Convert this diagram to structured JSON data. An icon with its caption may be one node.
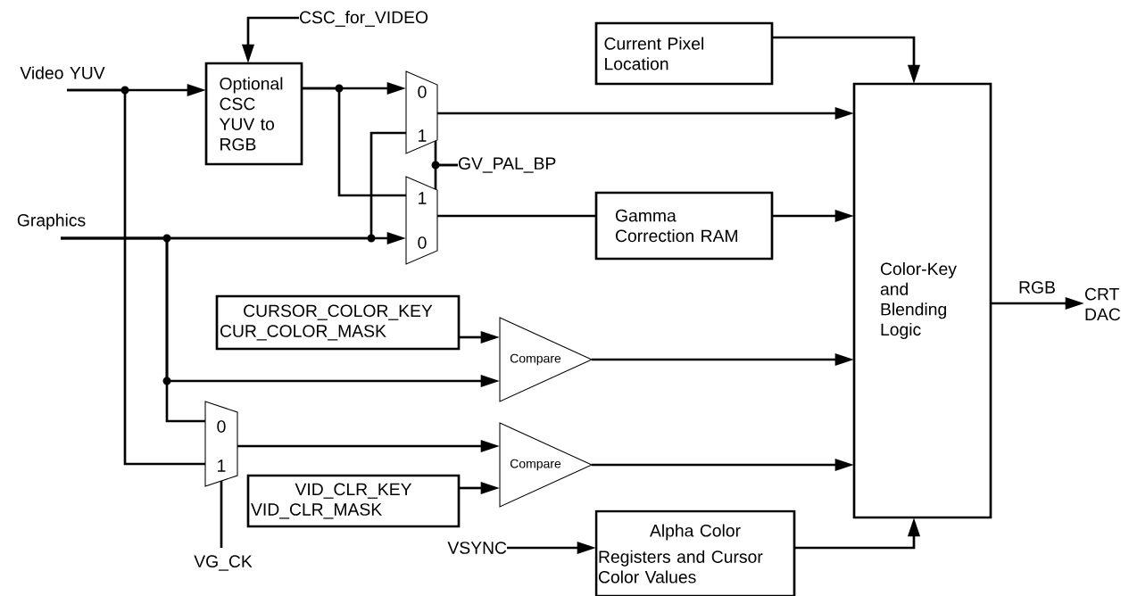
{
  "diagram": {
    "nodes": [
      {
        "text": [
          "Video YUV"
        ]
      },
      {
        "text": [
          "Graphics"
        ]
      },
      {
        "text": [
          "CSC_for_VIDEO"
        ]
      },
      {
        "text": [
          "Optional CSC YUV to RGB"
        ]
      },
      {
        "text": [
          "0",
          "1"
        ]
      },
      {
        "text": [
          "1",
          "0"
        ]
      },
      {
        "text": [
          "GV_PAL_BP"
        ]
      },
      {
        "text": [
          "Current Pixel Location"
        ]
      },
      {
        "text": [
          "Gamma Correction RAM"
        ]
      },
      {
        "text": [
          "Color-Key and Blending Logic"
        ]
      },
      {
        "text": [
          "CRT DAC"
        ]
      },
      {
        "text": [
          "CURSOR_COLOR_KEY",
          "CUR_COLOR_MASK"
        ]
      },
      {
        "text": [
          "Compare"
        ]
      },
      {
        "text": [
          "0",
          "1"
        ]
      },
      {
        "text": [
          "Compare"
        ]
      },
      {
        "text": [
          "VID_CLR_KEY",
          "VID_CLR_MASK"
        ]
      },
      {
        "text": [
          "VG_CK"
        ]
      },
      {
        "text": [
          "VSYNC"
        ]
      },
      {
        "text": [
          "Alpha Color",
          "Registers and Cursor Color Values"
        ]
      }
    ],
    "edges": [
      {
        "from": 0,
        "to": 3,
        "arrow": "to"
      },
      {
        "from": 0,
        "to": 13,
        "arrow": "none"
      },
      {
        "from": 2,
        "to": 3,
        "arrow": "to"
      },
      {
        "from": 3,
        "to": 4,
        "arrow": "to"
      },
      {
        "from": 3,
        "to": 5,
        "arrow": "none"
      },
      {
        "from": 1,
        "to": 5,
        "arrow": "to"
      },
      {
        "from": 1,
        "to": 4,
        "arrow": "none"
      },
      {
        "from": 1,
        "to": 12,
        "arrow": "to"
      },
      {
        "from": 1,
        "to": 13,
        "arrow": "none"
      },
      {
        "from": 6,
        "to": 4,
        "arrow": "none"
      },
      {
        "from": 6,
        "to": 5,
        "arrow": "none"
      },
      {
        "from": 4,
        "to": 9,
        "arrow": "to"
      },
      {
        "from": 5,
        "to": 8,
        "arrow": "none"
      },
      {
        "from": 8,
        "to": 9,
        "arrow": "to"
      },
      {
        "from": 7,
        "to": 9,
        "arrow": "to"
      },
      {
        "from": 11,
        "to": 12,
        "arrow": "to"
      },
      {
        "from": 12,
        "to": 9,
        "arrow": "to"
      },
      {
        "from": 13,
        "to": 14,
        "arrow": "to"
      },
      {
        "from": 15,
        "to": 14,
        "arrow": "to"
      },
      {
        "from": 14,
        "to": 9,
        "arrow": "to"
      },
      {
        "from": 16,
        "to": 13,
        "arrow": "none"
      },
      {
        "from": 17,
        "to": 18,
        "arrow": "to"
      },
      {
        "from": 18,
        "to": 9,
        "arrow": "to"
      },
      {
        "from": 9,
        "to": 10,
        "arrow": "to",
        "label": "RGB"
      }
    ]
  }
}
